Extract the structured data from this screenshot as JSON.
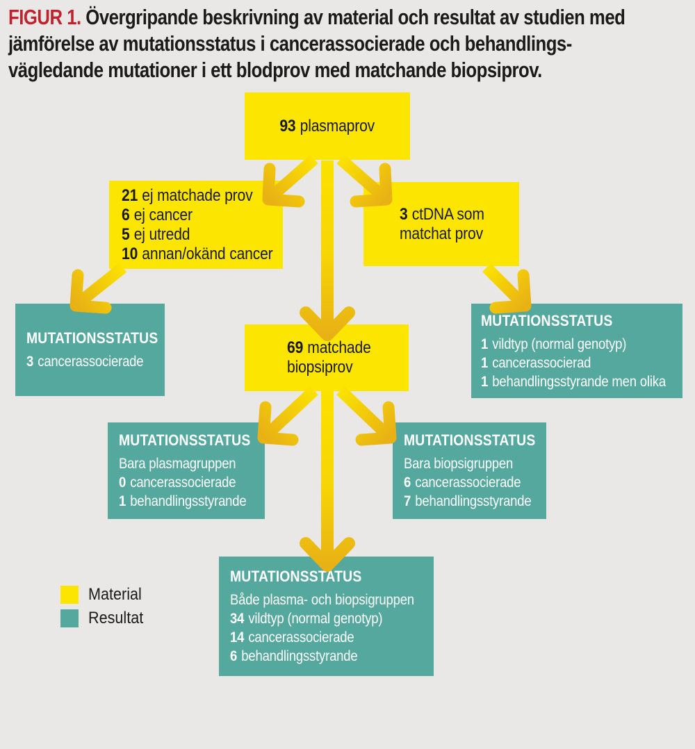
{
  "title": {
    "figure_label": "FIGUR 1.",
    "line1": "Övergripande beskrivning av material och resultat av studien med",
    "line2": "jämförelse av mutationsstatus i cancerassocierade och behandlings-",
    "line3": "vägledande mutationer i ett blodprov med matchande biopsiprov."
  },
  "nodes": {
    "plasma": {
      "lines": [
        {
          "num": "93",
          "text": "plasmaprov"
        }
      ]
    },
    "excluded": {
      "lines": [
        {
          "num": "21",
          "text": "ej matchade prov"
        },
        {
          "num": "6",
          "text": "ej cancer"
        },
        {
          "num": "5",
          "text": "ej utredd"
        },
        {
          "num": "10",
          "text": "annan/okänd cancer"
        }
      ]
    },
    "ctdna": {
      "lines": [
        {
          "num": "3",
          "text": "ctDNA som"
        },
        {
          "num": "",
          "text": "matchat prov"
        }
      ]
    },
    "matched": {
      "lines": [
        {
          "num": "69",
          "text": "matchade"
        },
        {
          "num": "",
          "text": "biopsiprov"
        }
      ]
    },
    "result_left": {
      "title": "MUTATIONSSTATUS",
      "lines": [
        {
          "num": "3",
          "text": "cancerassocierade"
        }
      ]
    },
    "result_right": {
      "title": "MUTATIONSSTATUS",
      "lines": [
        {
          "num": "1",
          "text": "vildtyp (normal genotyp)"
        },
        {
          "num": "1",
          "text": "cancerassocierad"
        },
        {
          "num": "1",
          "text": "behandlingsstyrande men olika"
        }
      ]
    },
    "result_plasma": {
      "title": "MUTATIONSSTATUS",
      "lines": [
        {
          "num": "",
          "text": "Bara plasmagruppen"
        },
        {
          "num": "0",
          "text": "cancerassocierade"
        },
        {
          "num": "1",
          "text": "behandlingsstyrande"
        }
      ]
    },
    "result_biopsy": {
      "title": "MUTATIONSSTATUS",
      "lines": [
        {
          "num": "",
          "text": "Bara biopsigruppen"
        },
        {
          "num": "6",
          "text": "cancerassocierade"
        },
        {
          "num": "7",
          "text": "behandlingsstyrande"
        }
      ]
    },
    "result_both": {
      "title": "MUTATIONSSTATUS",
      "lines": [
        {
          "num": "",
          "text": "Både plasma- och biopsigruppen"
        },
        {
          "num": "34",
          "text": "vildtyp (normal genotyp)"
        },
        {
          "num": "14",
          "text": "cancerassocierade"
        },
        {
          "num": "6",
          "text": "behandlingsstyrande"
        }
      ]
    }
  },
  "legend": {
    "material_label": "Material",
    "resultat_label": "Resultat"
  },
  "colors": {
    "material_yellow": "#fce500",
    "resultat_teal": "#55a89d",
    "arrow_gold_start": "#fbe200",
    "arrow_gold_end": "#e8b115",
    "figure_label_red": "#c1232e",
    "background_gray": "#e9e8e6"
  }
}
